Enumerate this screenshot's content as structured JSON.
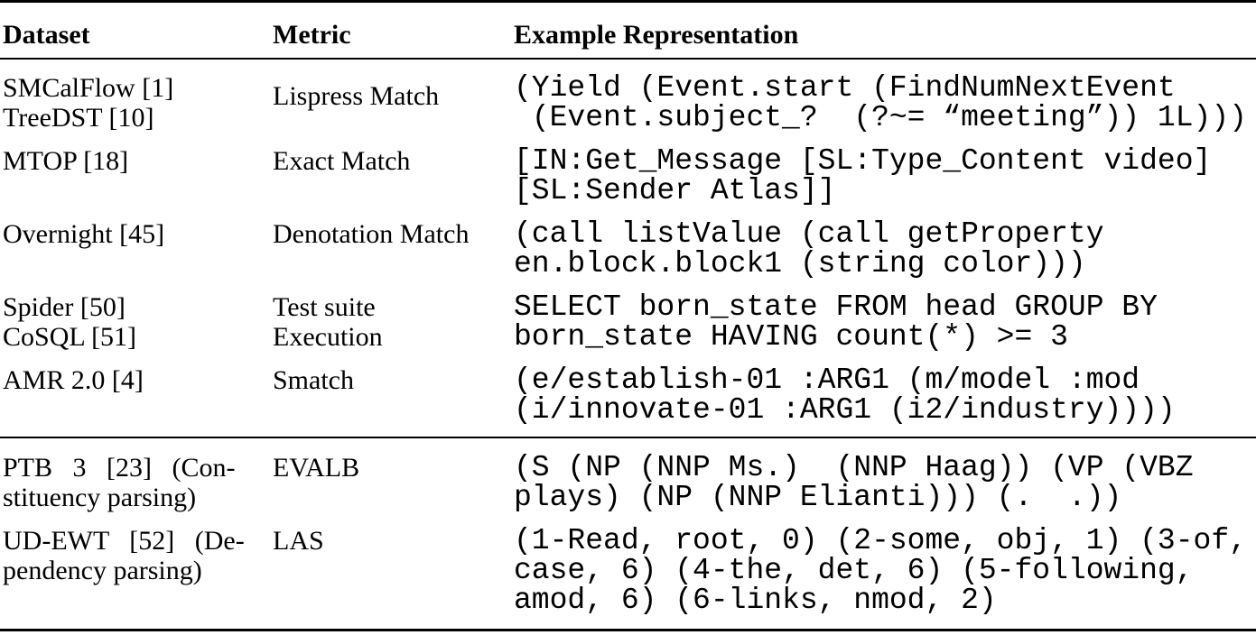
{
  "colors": {
    "background": "#ffffff",
    "text": "#000000",
    "rule": "#000000"
  },
  "table": {
    "columns": [
      {
        "label": "Dataset"
      },
      {
        "label": "Metric"
      },
      {
        "label": "Example Representation"
      }
    ],
    "rows": [
      {
        "dataset": "SMCalFlow [1]\nTreeDST [10]",
        "metric": "Lispress Match",
        "example": "(Yield (Event.start (FindNumNextEvent\n (Event.subject_?  (?~= “meeting”)) 1L)))"
      },
      {
        "dataset": "MTOP [18]",
        "metric": "Exact Match",
        "example": "[IN:Get_Message [SL:Type_Content video]\n[SL:Sender Atlas]]"
      },
      {
        "dataset": "Overnight [45]",
        "metric": "Denotation Match",
        "example": "(call listValue (call getProperty\nen.block.block1 (string color)))"
      },
      {
        "dataset": "Spider [50]\nCoSQL [51]",
        "metric": "Test suite\nExecution",
        "example": "SELECT born_state FROM head GROUP BY\nborn_state HAVING count(*) >= 3"
      },
      {
        "dataset": "AMR 2.0 [4]",
        "metric": "Smatch",
        "example": "(e/establish-01 :ARG1 (m/model :mod\n(i/innovate-01 :ARG1 (i2/industry))))"
      },
      {
        "dataset": "PTB   3   [23]   (Con-\nstituency parsing)",
        "metric": "EVALB",
        "example": "(S (NP (NNP Ms.)  (NNP Haag)) (VP (VBZ\nplays) (NP (NNP Elianti))) (.  .))"
      },
      {
        "dataset": "UD-EWT   [52]   (De-\npendency parsing)",
        "metric": "LAS",
        "example": "(1-Read, root, 0) (2-some, obj, 1) (3-of,\ncase, 6) (4-the, det, 6) (5-following,\namod, 6) (6-links, nmod, 2)"
      }
    ]
  }
}
